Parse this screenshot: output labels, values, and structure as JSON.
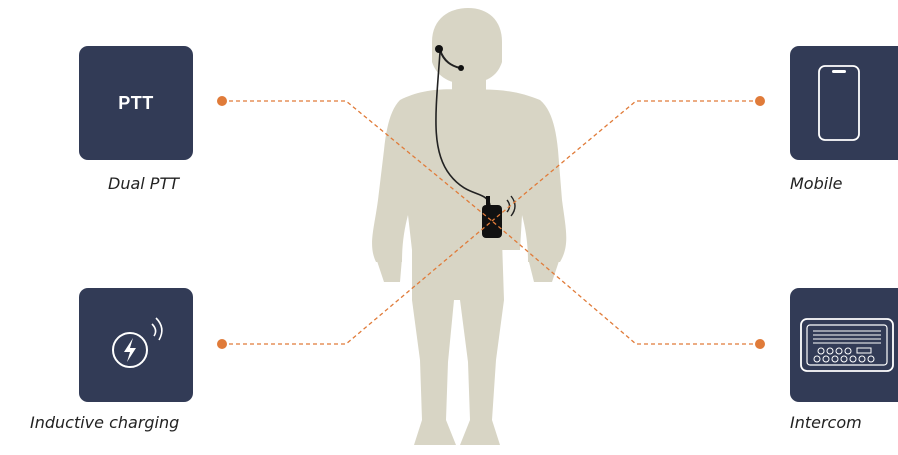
{
  "features": {
    "ptt": {
      "box_text": "PTT",
      "label": "Dual PTT",
      "icon": "ptt-text-icon"
    },
    "charging": {
      "label": "Inductive charging",
      "icon": "wireless-charging-bolt-icon"
    },
    "mobile": {
      "label": "Mobile",
      "icon": "smartphone-icon"
    },
    "intercom": {
      "label": "Intercom",
      "icon": "intercom-radio-icon"
    }
  },
  "colors": {
    "box_bg": "#323b56",
    "connector": "#e07b39",
    "soldier": "#d8d5c5",
    "device": "#111111",
    "text": "#222222"
  }
}
